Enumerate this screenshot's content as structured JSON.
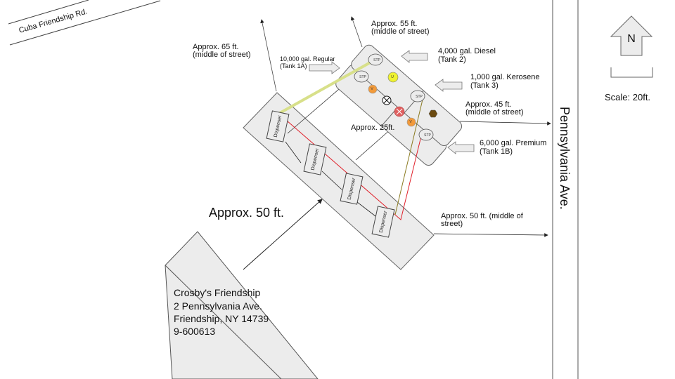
{
  "streets": {
    "cuba_friendship": "Cuba Friendship Rd.",
    "pennsylvania": "Pennsylvania Ave."
  },
  "compass": {
    "letter": "N",
    "scale_label": "Scale: 20ft."
  },
  "distances": {
    "d65": [
      "Approx. 65 ft.",
      "(middle of street)"
    ],
    "d55": [
      "Approx. 55 ft.",
      "(middle of street)"
    ],
    "d45": [
      "Approx. 45 ft.",
      "(middle of street)"
    ],
    "d50_street": [
      "Approx. 50 ft. (middle of",
      "street)"
    ],
    "d50_building": "Approx. 50 ft.",
    "d25": "Approx. 25ft."
  },
  "tanks": {
    "regular": [
      "10,000 gal. Regular",
      "(Tank 1A)"
    ],
    "diesel": [
      "4,000 gal. Diesel",
      "(Tank 2)"
    ],
    "kerosene": [
      "1,000 gal. Kerosene",
      "(Tank 3)"
    ],
    "premium": [
      "6,000 gal. Premium",
      "(Tank 1B)"
    ]
  },
  "tank_symbols": {
    "stp": "STP",
    "vent": "V",
    "ullage": "U"
  },
  "dispensers": [
    "Dispenser",
    "Dispenser",
    "Dispenser",
    "Dispenser"
  ],
  "building": {
    "name": "Crosby's Friendship",
    "address": "2 Pennsylvania Ave.",
    "city": "Friendship, NY 14739",
    "id": "9-600613"
  },
  "colors": {
    "fill_gray": "#ececec",
    "line": "#555555",
    "red_pipe": "#e0202a",
    "olive_pipe": "#8a7a20",
    "yellow_pipe": "#d8e08a",
    "ullage_yellow": "#eef230",
    "vent_orange": "#f29a3a",
    "red_marker": "#e06060",
    "hex_brown": "#6b4a10"
  }
}
